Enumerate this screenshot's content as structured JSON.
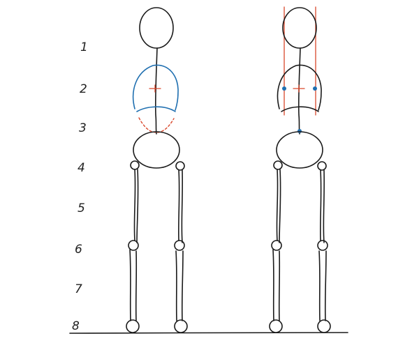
{
  "scale_labels": [
    "1",
    "2",
    "3",
    "4",
    "5",
    "6",
    "7",
    "8"
  ],
  "colors": {
    "ink": "#1a1a1a",
    "construction_blue": "#1f6fb0",
    "guide_red": "#d9472b",
    "background": "#ffffff"
  }
}
